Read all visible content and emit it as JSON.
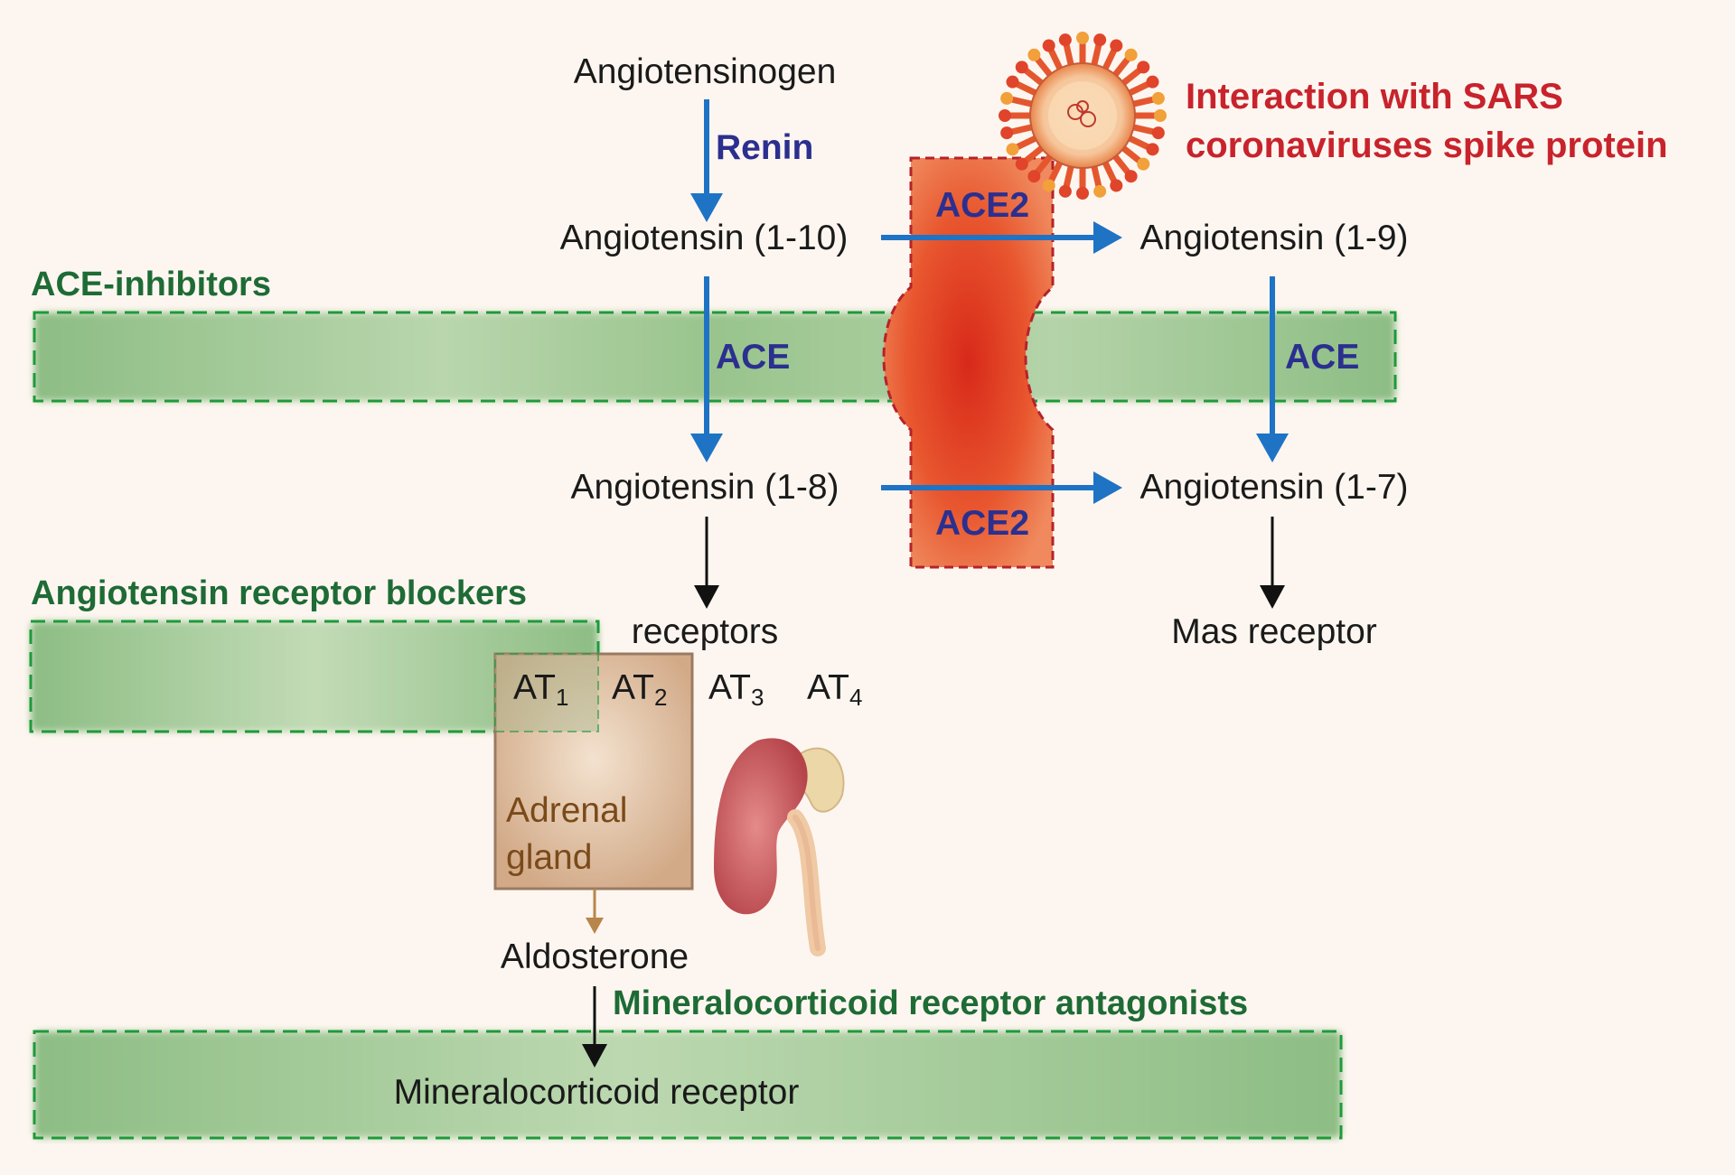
{
  "nodes": {
    "angiotensinogen": "Angiotensinogen",
    "ang_1_10": "Angiotensin (1-10)",
    "ang_1_9": "Angiotensin (1-9)",
    "ang_1_8": "Angiotensin (1-8)",
    "ang_1_7": "Angiotensin (1-7)",
    "receptors": "receptors",
    "mas_receptor": "Mas receptor",
    "aldosterone": "Aldosterone",
    "mineralocorticoid_receptor": "Mineralocorticoid receptor"
  },
  "enzymes": {
    "renin": "Renin",
    "ace_left": "ACE",
    "ace_right": "ACE",
    "ace2_top": "ACE2",
    "ace2_bottom": "ACE2"
  },
  "drugs": {
    "ace_inhibitors": "ACE-inhibitors",
    "arb": "Angiotensin receptor blockers",
    "mra": "Mineralocorticoid receptor antagonists"
  },
  "virus": {
    "line1": "Interaction with SARS",
    "line2": "coronaviruses spike protein"
  },
  "receptor_types": {
    "at1": {
      "base": "AT",
      "sub": "1"
    },
    "at2": {
      "base": "AT",
      "sub": "2"
    },
    "at3": {
      "base": "AT",
      "sub": "3"
    },
    "at4": {
      "base": "AT",
      "sub": "4"
    }
  },
  "adrenal": {
    "line1": "Adrenal",
    "line2": "gland"
  },
  "colors": {
    "background": "#fdf6f0",
    "blue_arrow": "#1f73c4",
    "enzyme_text": "#2b2f8f",
    "drug_text": "#1e6b35",
    "drug_band": "#8fbf84",
    "dashed_green": "#1e9a3a",
    "ace2_red": "#e0401f",
    "ace2_dash": "#b5232a",
    "virus_text": "#c8232c",
    "adrenal_box": "#d9b99b",
    "adrenal_text": "#7a4a1a"
  }
}
